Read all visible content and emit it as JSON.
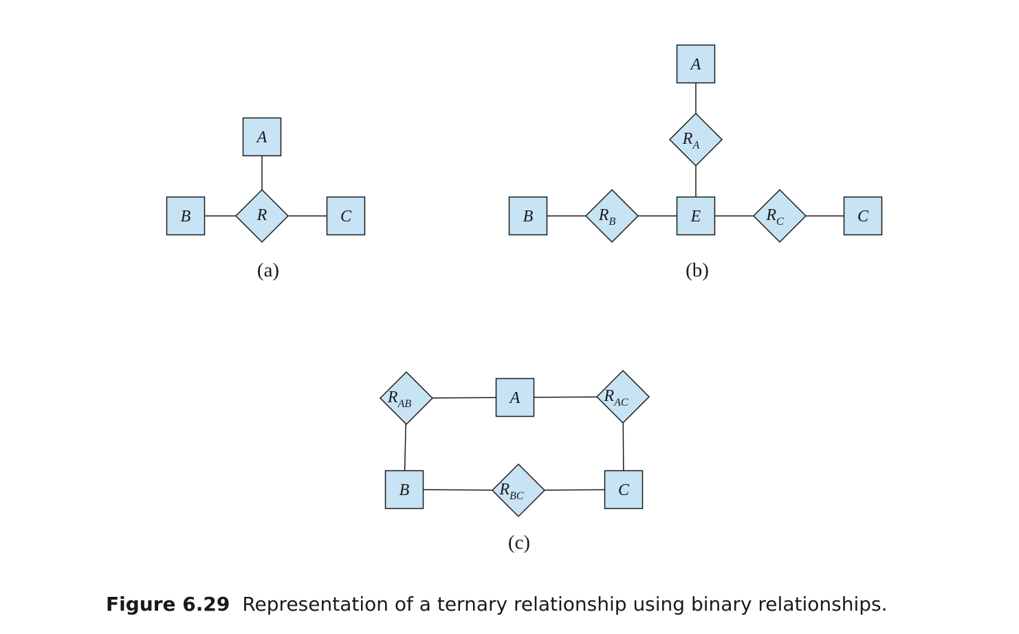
{
  "caption": {
    "number": "Figure 6.29",
    "text": "Representation of a ternary relationship using binary relationships."
  },
  "panels": [
    {
      "id": "a",
      "label": "(a)",
      "entities": [
        {
          "id": "A",
          "name": "A"
        },
        {
          "id": "B",
          "name": "B"
        },
        {
          "id": "C",
          "name": "C"
        }
      ],
      "relationships": [
        {
          "id": "R",
          "name": "R",
          "sub": ""
        }
      ],
      "edges": [
        [
          "A",
          "R"
        ],
        [
          "B",
          "R"
        ],
        [
          "R",
          "C"
        ]
      ]
    },
    {
      "id": "b",
      "label": "(b)",
      "entities": [
        {
          "id": "A",
          "name": "A"
        },
        {
          "id": "B",
          "name": "B"
        },
        {
          "id": "E",
          "name": "E"
        },
        {
          "id": "C",
          "name": "C"
        }
      ],
      "relationships": [
        {
          "id": "RA",
          "name": "R",
          "sub": "A"
        },
        {
          "id": "RB",
          "name": "R",
          "sub": "B"
        },
        {
          "id": "RC",
          "name": "R",
          "sub": "C"
        }
      ],
      "edges": [
        [
          "A",
          "RA"
        ],
        [
          "RA",
          "E"
        ],
        [
          "B",
          "RB"
        ],
        [
          "RB",
          "E"
        ],
        [
          "E",
          "RC"
        ],
        [
          "RC",
          "C"
        ]
      ]
    },
    {
      "id": "c",
      "label": "(c)",
      "entities": [
        {
          "id": "A",
          "name": "A"
        },
        {
          "id": "B",
          "name": "B"
        },
        {
          "id": "C",
          "name": "C"
        }
      ],
      "relationships": [
        {
          "id": "RAB",
          "name": "R",
          "sub": "AB"
        },
        {
          "id": "RAC",
          "name": "R",
          "sub": "AC"
        },
        {
          "id": "RBC",
          "name": "R",
          "sub": "BC"
        }
      ],
      "edges": [
        [
          "RAB",
          "A"
        ],
        [
          "A",
          "RAC"
        ],
        [
          "RAB",
          "B"
        ],
        [
          "RAC",
          "C"
        ],
        [
          "B",
          "RBC"
        ],
        [
          "RBC",
          "C"
        ]
      ]
    }
  ],
  "colors": {
    "node_fill": "#c7e3f4",
    "stroke": "#1a1a1a"
  }
}
